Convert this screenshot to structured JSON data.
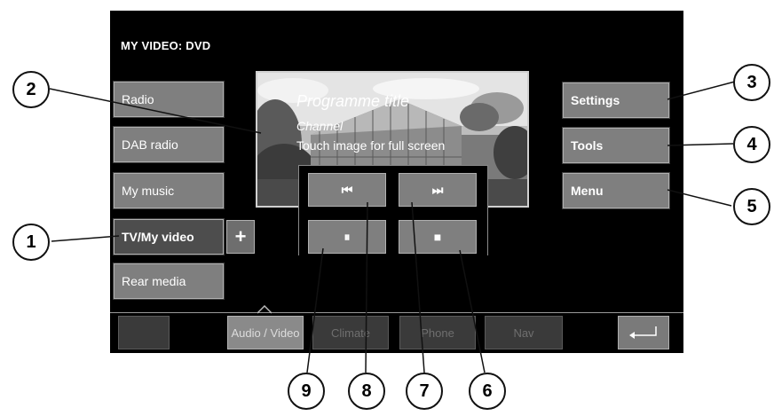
{
  "screen": {
    "title": "MY VIDEO: DVD",
    "left_menu": [
      {
        "label": "Radio"
      },
      {
        "label": "DAB radio"
      },
      {
        "label": "My music"
      },
      {
        "label": "TV/My video"
      },
      {
        "label": "Rear media"
      }
    ],
    "plus_label": "+",
    "right_menu": [
      {
        "label": "Settings"
      },
      {
        "label": "Tools"
      },
      {
        "label": "Menu"
      }
    ],
    "video": {
      "programme_title": "Programme title",
      "channel": "Channel",
      "hint": "Touch image for full screen"
    },
    "controls": {
      "previous": "⏮",
      "next": "⏭",
      "pause": "⏸",
      "stop": "■"
    },
    "tabs": [
      {
        "label": ""
      },
      {
        "label": "Audio / Video"
      },
      {
        "label": "Climate"
      },
      {
        "label": "Phone"
      },
      {
        "label": "Nav"
      }
    ],
    "back_icon": "return-arrow-icon"
  },
  "callouts": [
    "1",
    "2",
    "3",
    "4",
    "5",
    "6",
    "7",
    "8",
    "9"
  ]
}
